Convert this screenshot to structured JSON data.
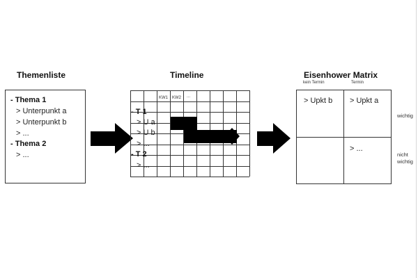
{
  "themenliste": {
    "title": "Themenliste",
    "items": [
      {
        "text": "- Thema 1",
        "bold": true
      },
      {
        "text": "> Unterpunkt a",
        "bold": false
      },
      {
        "text": "> Unterpunkt b",
        "bold": false
      },
      {
        "text": "> ...",
        "bold": false
      },
      {
        "text": "- Thema 2",
        "bold": true
      },
      {
        "text": "> ...",
        "bold": false
      }
    ]
  },
  "timeline": {
    "title": "Timeline",
    "columns": [
      "KW1",
      "KW2",
      "..."
    ],
    "rows": [
      {
        "text": "- T 1",
        "bold": true
      },
      {
        "text": "> U a",
        "bold": false
      },
      {
        "text": "> U b",
        "bold": false
      },
      {
        "text": "> ...",
        "bold": false
      },
      {
        "text": "- T 2",
        "bold": true
      },
      {
        "text": "> ...",
        "bold": false
      }
    ]
  },
  "eisenhower": {
    "title": "Eisenhower Matrix",
    "col_labels": [
      "kein Termin",
      "Termin"
    ],
    "row_labels": [
      "wichtig",
      "nicht wichtig"
    ],
    "cells": {
      "top_left": "> Upkt b",
      "top_right": "> Upkt a",
      "bottom_left": "",
      "bottom_right": "> ..."
    }
  },
  "colors": {
    "line": "#333333",
    "fill": "#000000"
  }
}
